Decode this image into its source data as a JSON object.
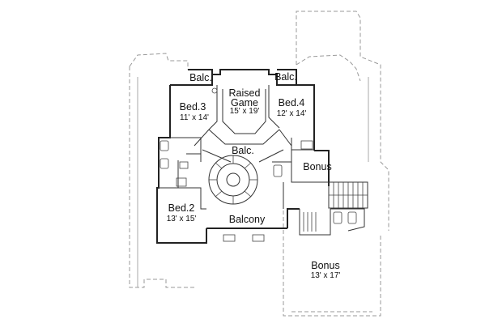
{
  "rooms": {
    "balc_left": {
      "name": "Balc."
    },
    "balc_right": {
      "name": "Balc."
    },
    "game": {
      "name_line1": "Raised",
      "name_line2": "Game",
      "dims": "15' x 19'"
    },
    "bed3": {
      "name": "Bed.3",
      "dims": "11' x 14'"
    },
    "bed4": {
      "name": "Bed.4",
      "dims": "12' x 14'"
    },
    "balc_center": {
      "name": "Balc."
    },
    "bonus_small": {
      "name": "Bonus"
    },
    "bed2": {
      "name": "Bed.2",
      "dims": "13' x 15'"
    },
    "balcony": {
      "name": "Balcony"
    },
    "bonus_large": {
      "name": "Bonus",
      "dims": "13' x 17'"
    }
  }
}
